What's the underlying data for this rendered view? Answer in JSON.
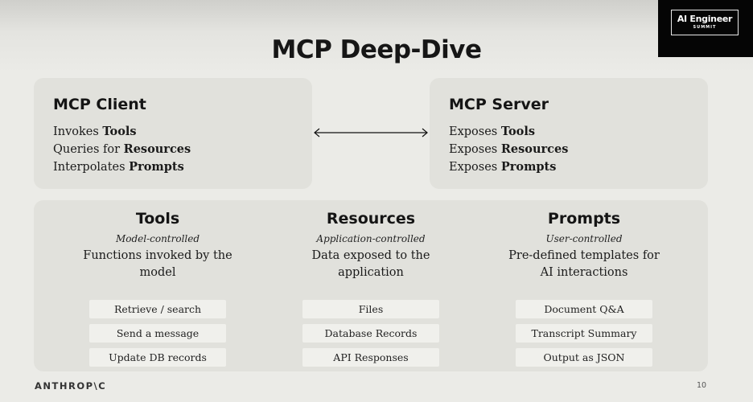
{
  "slide": {
    "title": "MCP Deep-Dive",
    "page_number": "10"
  },
  "badge": {
    "title": "AI Engineer",
    "subtitle": "SUMMIT"
  },
  "footer": {
    "logo_text": "ANTHROP\\C"
  },
  "client": {
    "title": "MCP Client",
    "lines": [
      {
        "verb": "Invokes ",
        "noun": "Tools"
      },
      {
        "verb": "Queries for ",
        "noun": "Resources"
      },
      {
        "verb": "Interpolates ",
        "noun": "Prompts"
      }
    ]
  },
  "server": {
    "title": "MCP Server",
    "lines": [
      {
        "verb": "Exposes ",
        "noun": "Tools"
      },
      {
        "verb": "Exposes ",
        "noun": "Resources"
      },
      {
        "verb": "Exposes ",
        "noun": "Prompts"
      }
    ]
  },
  "connector": {
    "icon": "double-arrow-icon"
  },
  "columns": [
    {
      "title": "Tools",
      "subtitle": "Model-controlled",
      "description": "Functions invoked by the model",
      "chips": [
        "Retrieve / search",
        "Send a message",
        "Update DB records"
      ]
    },
    {
      "title": "Resources",
      "subtitle": "Application-controlled",
      "description": "Data exposed to the application",
      "chips": [
        "Files",
        "Database Records",
        "API Responses"
      ]
    },
    {
      "title": "Prompts",
      "subtitle": "User-controlled",
      "description": "Pre-defined templates for AI interactions",
      "chips": [
        "Document Q&A",
        "Transcript Summary",
        "Output as JSON"
      ]
    }
  ]
}
